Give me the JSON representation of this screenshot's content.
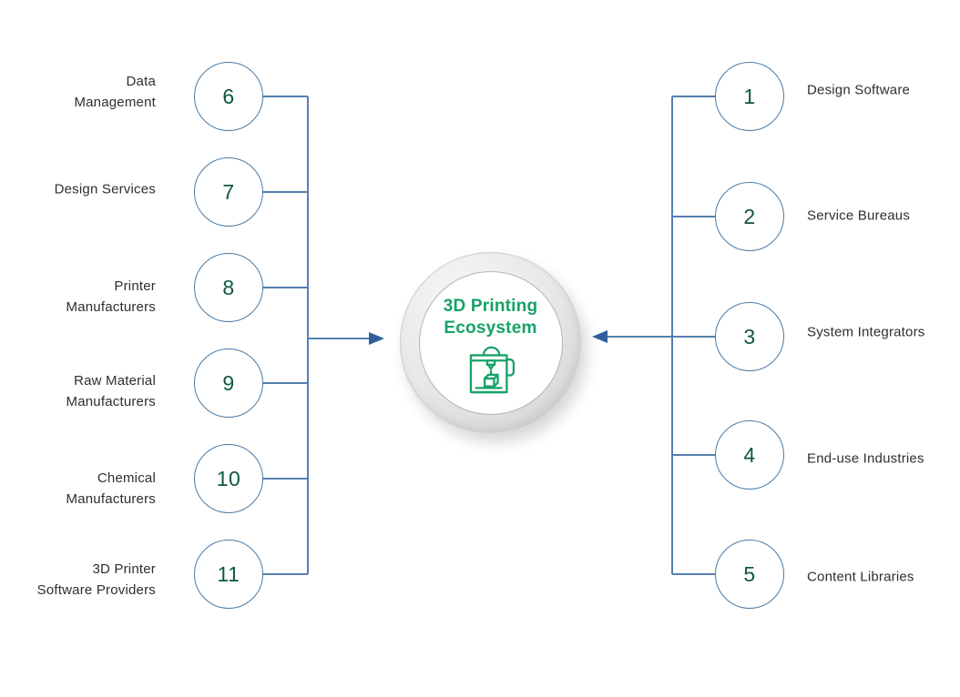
{
  "center": {
    "title_line1": "3D Printing",
    "title_line2": "Ecosystem",
    "icon": "3d-printer-icon"
  },
  "left_nodes": [
    {
      "num": "6",
      "line1": "Data",
      "line2": "Management"
    },
    {
      "num": "7",
      "line1": "Design Services",
      "line2": ""
    },
    {
      "num": "8",
      "line1": "Printer",
      "line2": "Manufacturers"
    },
    {
      "num": "9",
      "line1": "Raw Material",
      "line2": "Manufacturers"
    },
    {
      "num": "10",
      "line1": "Chemical",
      "line2": "Manufacturers"
    },
    {
      "num": "11",
      "line1": "3D Printer",
      "line2": "Software Providers"
    }
  ],
  "right_nodes": [
    {
      "num": "1",
      "label": "Design Software"
    },
    {
      "num": "2",
      "label": "Service Bureaus"
    },
    {
      "num": "3",
      "label": "System Integrators"
    },
    {
      "num": "4",
      "label": "End-use Industries"
    },
    {
      "num": "5",
      "label": "Content Libraries"
    }
  ],
  "colors": {
    "circle_border": "#4a7aa5",
    "line": "#5480ad",
    "arrowhead": "#2e5f9b",
    "number_green": "#0e5741",
    "label_text": "#2e2e2e",
    "center_green": "#17a268",
    "ring_grey": "#d9d9d9"
  }
}
